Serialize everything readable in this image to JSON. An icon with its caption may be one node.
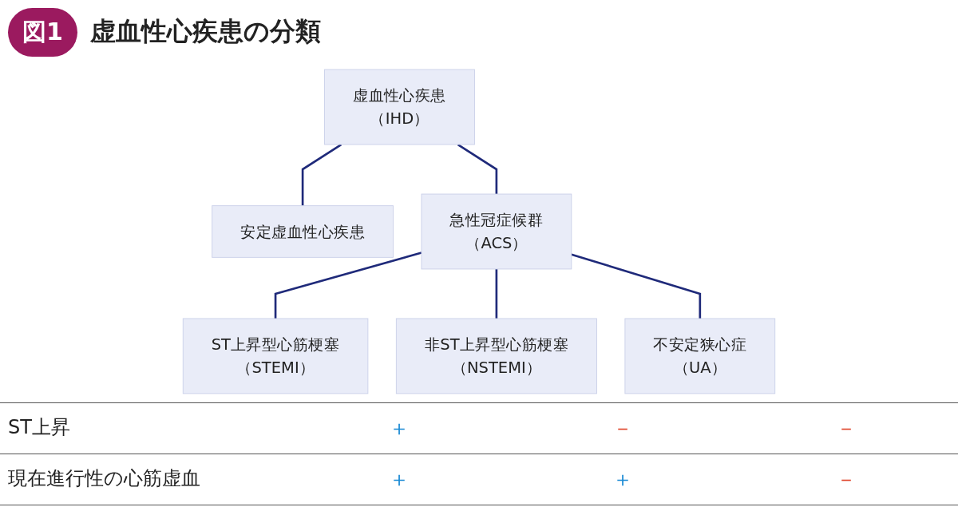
{
  "diagram": {
    "title": "虚血性心疾患の分類",
    "nodes": [
      {
        "text": [
          "虚血性心疾患",
          "（IHD）"
        ]
      },
      {
        "text": [
          "安定虚血性心疾患"
        ]
      },
      {
        "text": [
          "急性冠症候群",
          "（ACS）"
        ]
      },
      {
        "text": [
          "ST上昇型心筋梗塞",
          "（STEMI）"
        ]
      },
      {
        "text": [
          "非ST上昇型心筋梗塞",
          "（NSTEMI）"
        ]
      },
      {
        "text": [
          "不安定狭心症",
          "（UA）"
        ]
      }
    ],
    "edges": [
      {
        "from": 0,
        "to": 1,
        "arrow": "none"
      },
      {
        "from": 0,
        "to": 2,
        "arrow": "none"
      },
      {
        "from": 2,
        "to": 3,
        "arrow": "none"
      },
      {
        "from": 2,
        "to": 4,
        "arrow": "none"
      },
      {
        "from": 2,
        "to": 5,
        "arrow": "none"
      }
    ],
    "labels": [
      "図1",
      "ST上昇",
      "＋",
      "－",
      "－",
      "現在進行性の心筋虚血",
      "＋",
      "＋",
      "－"
    ]
  }
}
